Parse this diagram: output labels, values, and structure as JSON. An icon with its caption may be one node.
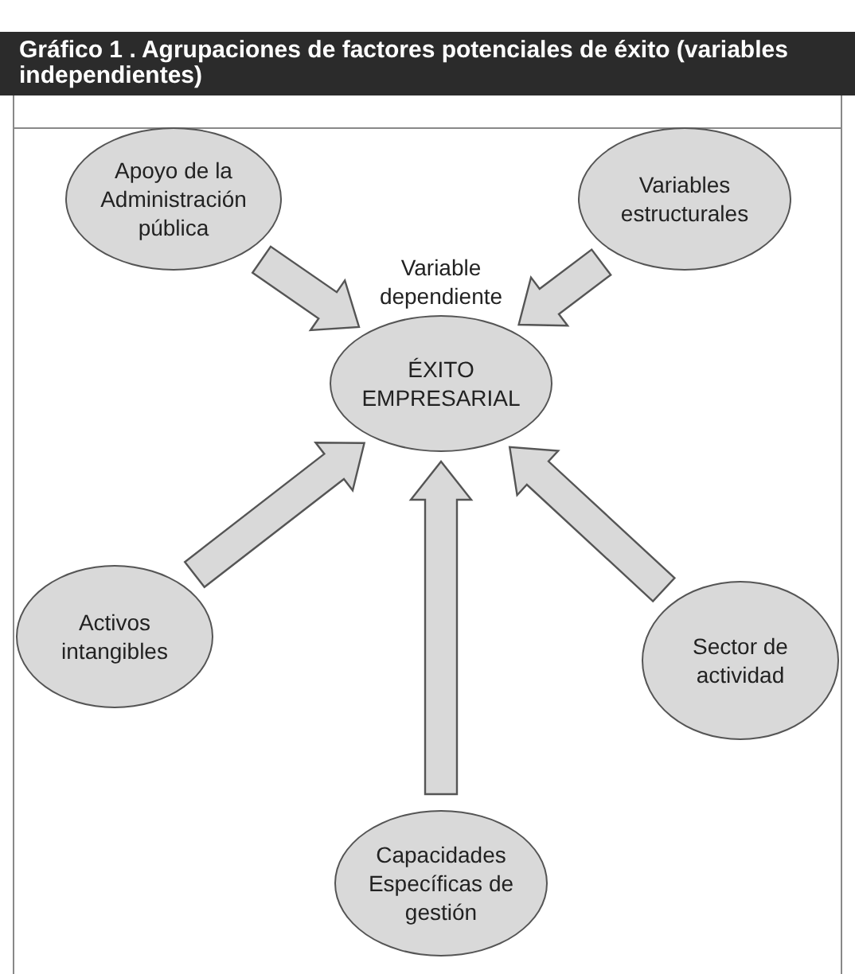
{
  "diagram": {
    "title": "Gráfico 1 . Agrupaciones de factores potenciales de éxito (variables independientes)",
    "nodes": [
      {
        "text": [
          "Apoyo de la Administración pública"
        ]
      },
      {
        "text": [
          "Variables estructurales"
        ]
      },
      {
        "text": [
          "ÉXITO EMPRESARIAL"
        ],
        "beside": [
          "Variable dependiente"
        ]
      },
      {
        "text": [
          "Activos intangibles"
        ]
      },
      {
        "text": [
          "Sector de actividad"
        ]
      },
      {
        "text": [
          "Capacidades Específicas de gestión"
        ]
      }
    ],
    "edges": [
      {
        "from": 0,
        "to": 2,
        "arrow": "to"
      },
      {
        "from": 1,
        "to": 2,
        "arrow": "to"
      },
      {
        "from": 3,
        "to": 2,
        "arrow": "to"
      },
      {
        "from": 4,
        "to": 2,
        "arrow": "to"
      },
      {
        "from": 5,
        "to": 2,
        "arrow": "to"
      }
    ]
  }
}
